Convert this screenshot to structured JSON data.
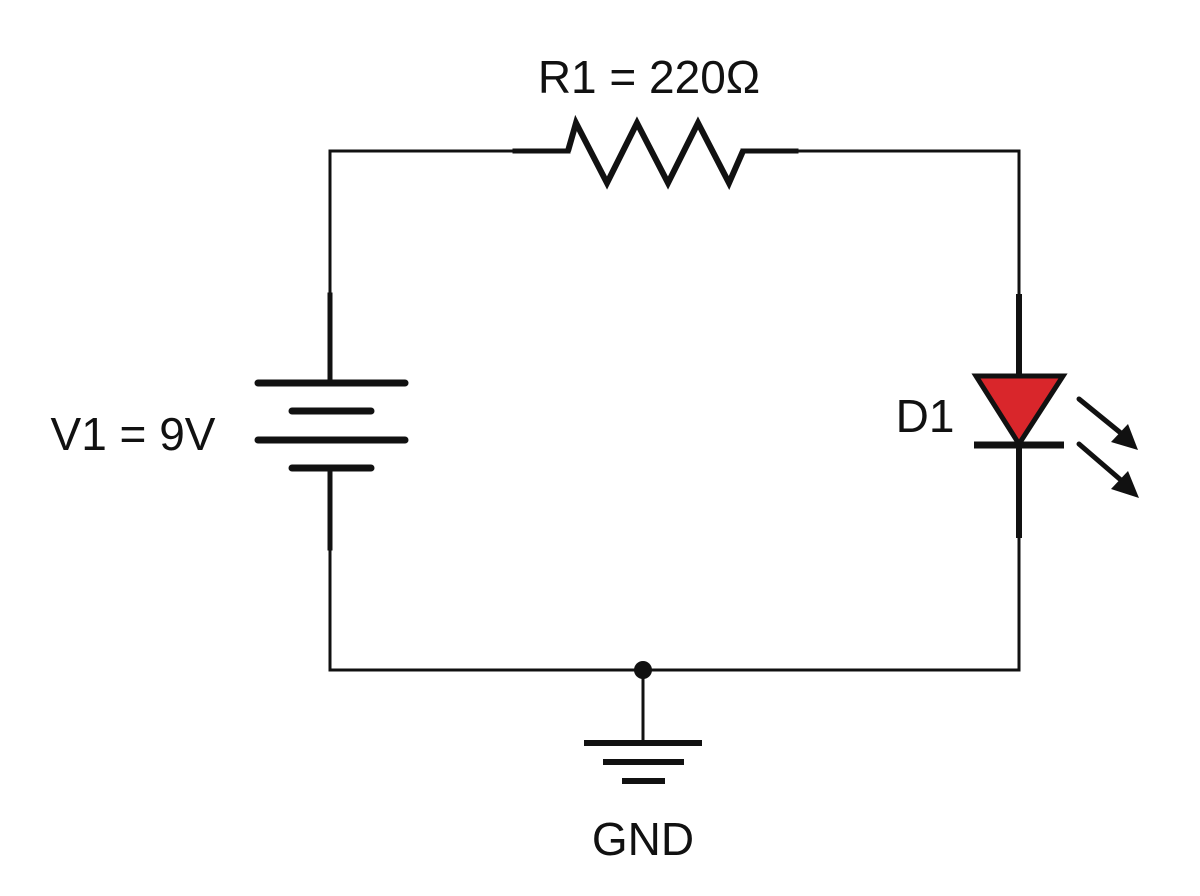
{
  "resistor": {
    "label": "R1 = 220Ω"
  },
  "battery": {
    "label": "V1 = 9V"
  },
  "led": {
    "label": "D1",
    "fill_color": "#d9262b"
  },
  "ground": {
    "label": "GND"
  }
}
